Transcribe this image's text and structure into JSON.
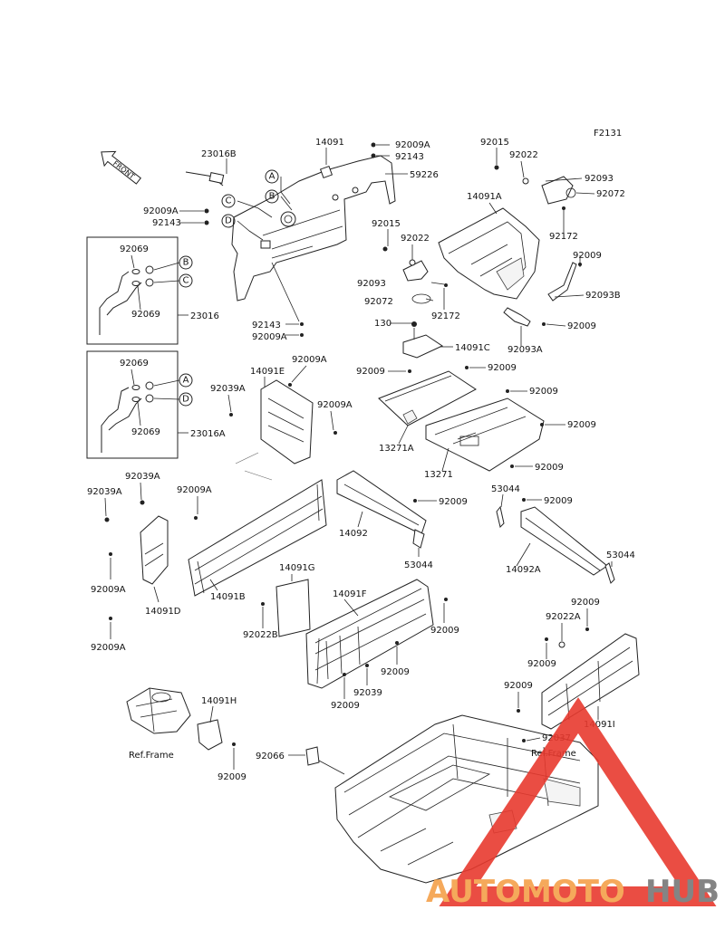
{
  "figure_code": "F2131",
  "front_label": "FRONT",
  "ref_frame_label": "Ref.Frame",
  "watermark": {
    "text_orange": "AUTOMOTO",
    "text_gray": "HUB",
    "color_orange": "#f5a04a",
    "color_gray": "#777777",
    "triangle_color": "#e83a2f"
  },
  "circle_markers": [
    "A",
    "B",
    "C",
    "D"
  ],
  "labels": {
    "p23016B": "23016B",
    "p14091": "14091",
    "p92009A_1": "92009A",
    "p92143_1": "92143",
    "p59226": "59226",
    "p92009A_2": "92009A",
    "p92143_2": "92143",
    "p92069_1": "92069",
    "p92069_2": "92069",
    "p23016": "23016",
    "p92143_3": "92143",
    "p92009A_3": "92009A",
    "p92015_1": "92015",
    "p92022_1": "92022",
    "p92093_1": "92093",
    "p92072_1": "92072",
    "p14091A": "14091A",
    "p92172_1": "92172",
    "p92015_2": "92015",
    "p92022_2": "92022",
    "p92009_1": "92009",
    "p92093_2": "92093",
    "p92093B": "92093B",
    "p92072_2": "92072",
    "p92172_2": "92172",
    "p130": "130",
    "p92009_2": "92009",
    "p92093A": "92093A",
    "p14091C": "14091C",
    "p92009_3": "92009",
    "p92009_4": "92009",
    "p92069_3": "92069",
    "p92069_4": "92069",
    "p23016A": "23016A",
    "p92009A_4": "92009A",
    "p14091E": "14091E",
    "p92039A_1": "92039A",
    "p92009A_5": "92009A",
    "p92009_5": "92009",
    "p92009_6": "92009",
    "p13271A": "13271A",
    "p13271": "13271",
    "p92009_7": "92009",
    "p92039A_2": "92039A",
    "p92039A_3": "92039A",
    "p92009A_6": "92009A",
    "p92009_8": "92009",
    "p53044_1": "53044",
    "p92009_9": "92009",
    "p14092": "14092",
    "p53044_2": "53044",
    "p92009A_7": "92009A",
    "p14091B": "14091B",
    "p14091D": "14091D",
    "p92009A_8": "92009A",
    "p53044_3": "53044",
    "p14092A": "14092A",
    "p14091G": "14091G",
    "p14091F": "14091F",
    "p92009_10": "92009",
    "p92022B": "92022B",
    "p92009_11": "92009",
    "p92039": "92039",
    "p92009_12": "92009",
    "p92009_13": "92009",
    "p92022A": "92022A",
    "p92009_14": "92009",
    "p92009_15": "92009",
    "p14091H": "14091H",
    "p14091I": "14091I",
    "p92066": "92066",
    "p92037": "92037",
    "p92009_16": "92009"
  }
}
